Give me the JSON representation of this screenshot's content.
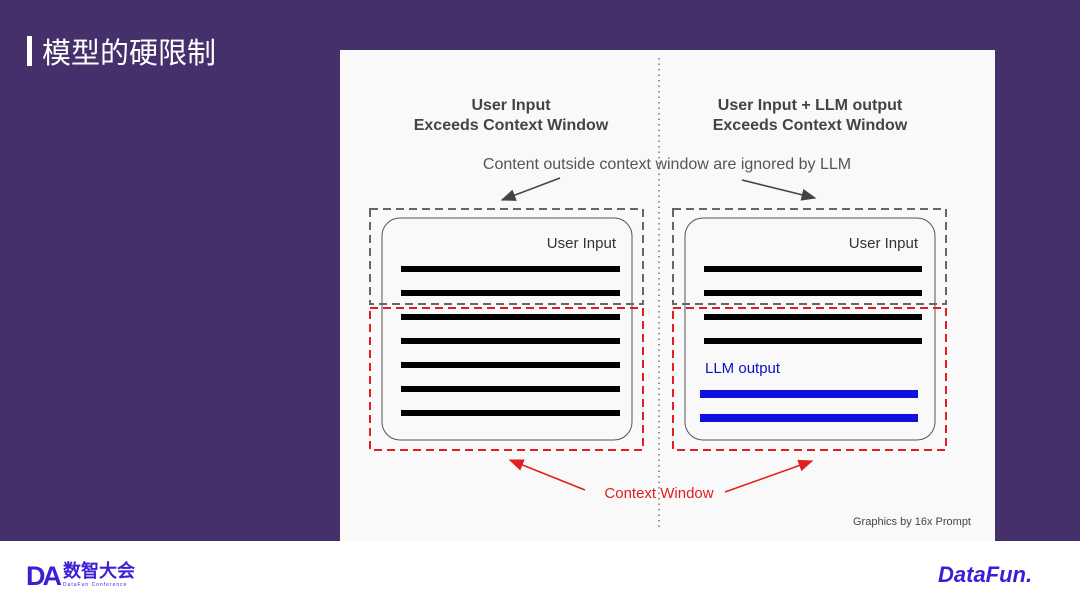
{
  "slide": {
    "title": "模型的硬限制"
  },
  "diagram": {
    "left_heading_1": "User Input",
    "left_heading_2": "Exceeds Context Window",
    "right_heading_1": "User Input + LLM output",
    "right_heading_2": "Exceeds Context Window",
    "note": "Content outside context window are ignored by LLM",
    "left_box_label": "User Input",
    "right_box_label": "User Input",
    "llm_output_label": "LLM output",
    "context_window_label": "Context Window",
    "credit": "Graphics by 16x Prompt"
  },
  "footer": {
    "left_logo_mark": "DA",
    "left_logo_text": "数智大会",
    "left_logo_sub": "DataFun Conference",
    "right_logo_text": "DataFun."
  },
  "colors": {
    "background": "#45306b",
    "red": "#e02020",
    "blue": "#1010e0",
    "logo": "#3a1fd6"
  }
}
